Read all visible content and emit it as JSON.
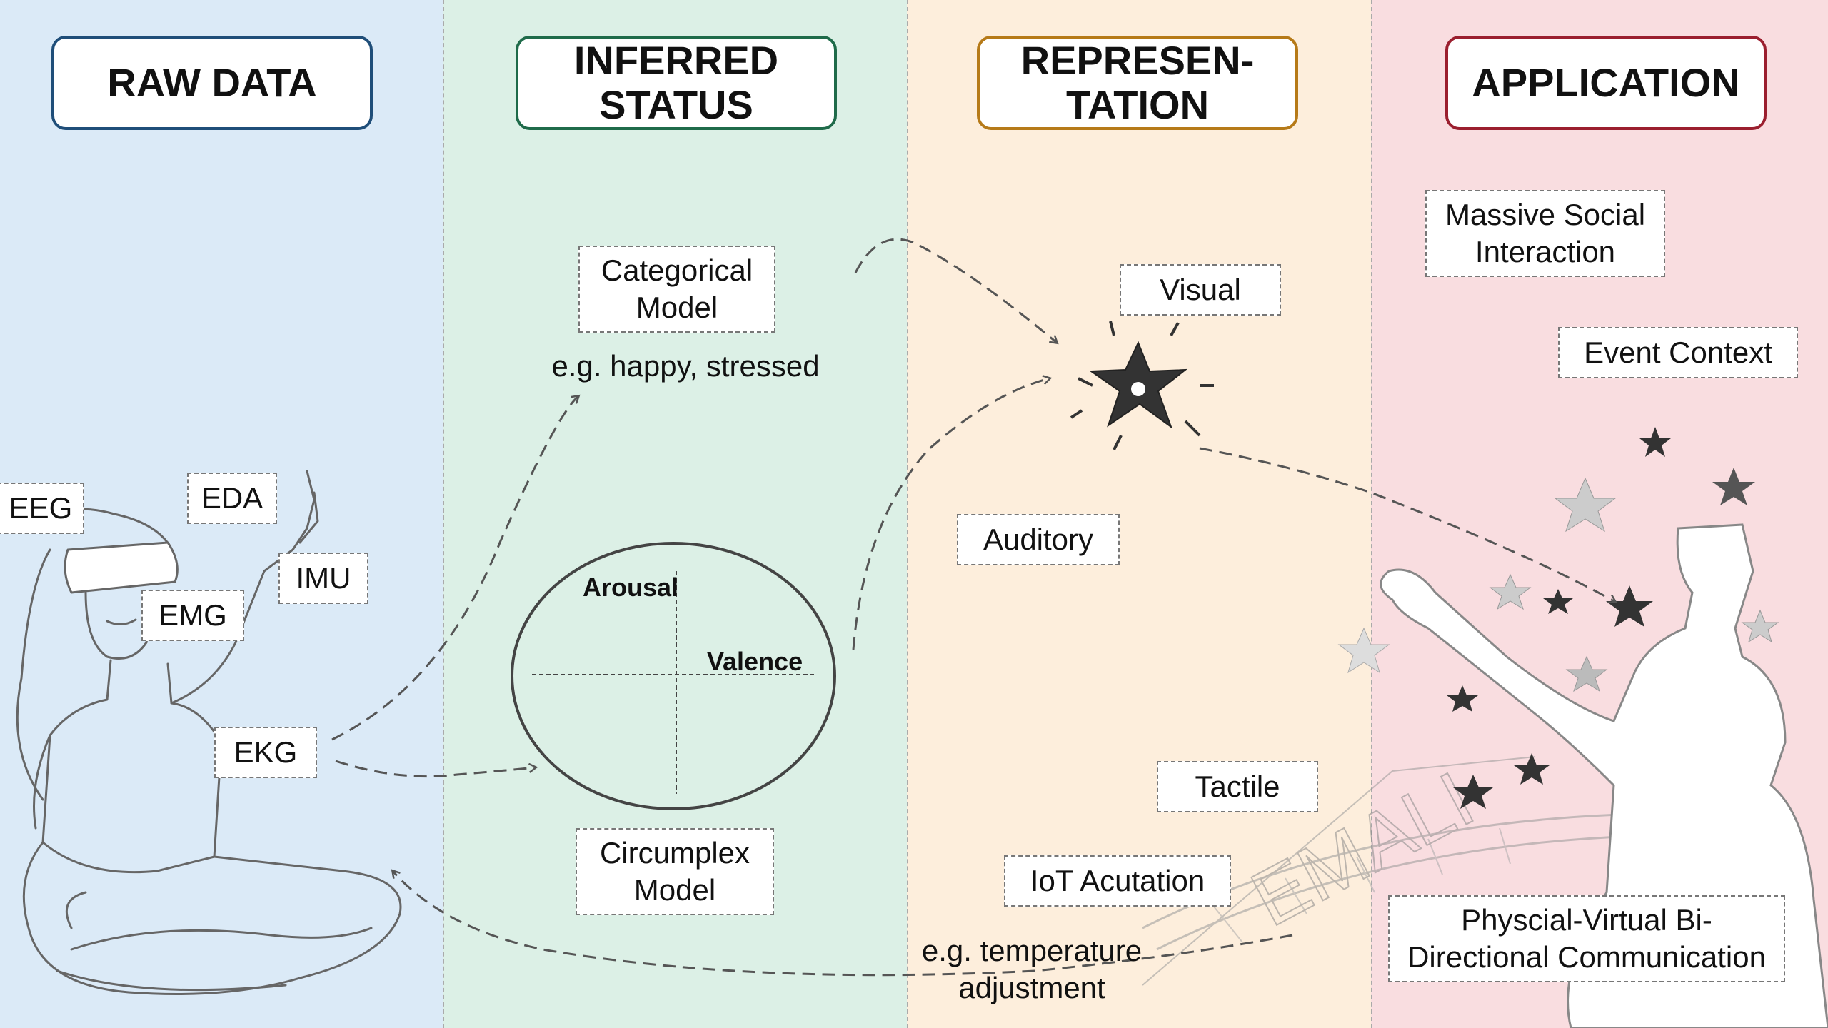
{
  "headers": {
    "raw": "RAW DATA",
    "inferred": "INFERRED\nSTATUS",
    "representation": "REPRESEN-\nTATION",
    "application": "APPLICATION"
  },
  "sensors": {
    "eeg": "EEG",
    "eda": "EDA",
    "imu": "IMU",
    "emg": "EMG",
    "ekg": "EKG"
  },
  "inferred": {
    "categorical": "Categorical\nModel",
    "categorical_example": "e.g. happy, stressed",
    "circumplex": "Circumplex\nModel",
    "arousal": "Arousal",
    "valence": "Valence"
  },
  "representation": {
    "visual": "Visual",
    "auditory": "Auditory",
    "tactile": "Tactile",
    "iot": "IoT Acutation",
    "iot_example": "e.g. temperature\nadjustment"
  },
  "application": {
    "massive": "Massive Social\nInteraction",
    "event": "Event Context",
    "bidirectional": "Physcial-Virtual Bi-\nDirectional Communication"
  },
  "background_sign": "EMALI",
  "colors": {
    "raw_bg": "#dbeaf7",
    "inferred_bg": "#dcf0e6",
    "representation_bg": "#fdeedc",
    "application_bg": "#f9dde0",
    "raw_border": "#1f4e79",
    "inferred_border": "#1f6b4a",
    "representation_border": "#b67a18",
    "application_border": "#9b1f2f"
  }
}
